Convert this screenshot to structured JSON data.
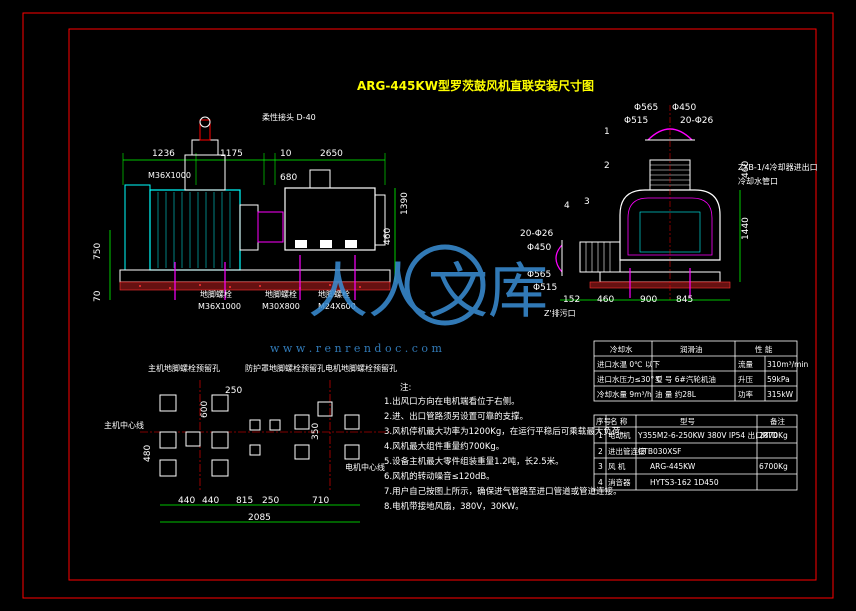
{
  "title": "ARG-445KW型罗茨鼓风机直联安装尺寸图",
  "watermark": {
    "text": "人人文库",
    "url": "w w w . r e n r e n d o c . c o m",
    "color": "#3a8fd6"
  },
  "colors": {
    "frame": "#ff0000",
    "title": "#ffff00",
    "lines": "#ffffff",
    "dim": "#00ff00",
    "machine": "#00ffff",
    "bolt": "#ff00ff",
    "ground": "#ff3333"
  },
  "front_view": {
    "dims": {
      "d1": "1236",
      "d2": "1175",
      "d3": "10",
      "d4": "2650",
      "d5": "680",
      "d6": "1390",
      "d7": "460",
      "d8": "750",
      "d9": "70"
    },
    "labels": {
      "flex_joint": "柔性接头 D-40",
      "anchor_bolt": "地脚螺栓",
      "bolt_spec1": "M36X1000",
      "bolt_spec2": "M30X800",
      "bolt_spec3": "M24X600",
      "label_a": "地脚螺栓",
      "label_b": "地脚螺栓"
    }
  },
  "side_view": {
    "dims": {
      "phi565": "Φ565",
      "phi450": "Φ450",
      "phi515": "Φ515",
      "n20_26": "20-Φ26",
      "phi565b": "Φ565",
      "phi450b": "Φ450",
      "phi515b": "Φ515",
      "n20_26b": "20-Φ26",
      "d460": "460",
      "d1440": "1440",
      "d152": "152",
      "d460b": "460",
      "d900": "900",
      "d845": "845",
      "num1": "1",
      "num2": "2",
      "num3": "3",
      "num4": "4"
    },
    "labels": {
      "outlet": "Z'排污口",
      "note1": "ZYB-1/4冷却器进出口",
      "note2": "冷却水管口"
    }
  },
  "foundation": {
    "title1": "主机地脚螺栓预留孔",
    "title2": "防护罩地脚螺栓预留孔电机地脚螺栓预留孔",
    "main_center": "主机中心线",
    "motor_center": "电机中心线",
    "dims": {
      "a": "250",
      "b": "600",
      "c": "480",
      "d": "440",
      "e": "440",
      "f": "815",
      "g": "250",
      "h": "710",
      "i": "2085",
      "j": "350"
    }
  },
  "notes": {
    "heading": "注:",
    "items": [
      "1.出风口方向在电机端看位于右侧。",
      "2.进、出口管路须另设置可靠的支撑。",
      "3.风机停机最大功率为1200Kg，在运行平稳后可乘载最大负荷。",
      "4.风机最大组件重量约700Kg。",
      "5.设备主机最大零件组装重量1.2吨，长2.5米。",
      "6.风机的转动噪音≤120dB。",
      "7.用户自己按图上所示，确保进气管路至进口管道或管道连接。",
      "8.电机带接地风扇，380V，30KW。"
    ]
  },
  "spec_tables": {
    "cooling": {
      "header": "冷却水",
      "rows": [
        "进口水温 0℃ 以下",
        "进口水压力≤30° C",
        "冷却水量 9m³/h"
      ]
    },
    "lube": {
      "header": "润滑油",
      "rows": [
        "型  号   6#汽轮机油",
        "油  量   约28L"
      ]
    },
    "perf": {
      "header": "性  能",
      "rows": [
        [
          "流量",
          "310m³/min"
        ],
        [
          "升压",
          "59kPa"
        ],
        [
          "功率",
          "315kW"
        ]
      ]
    }
  },
  "bom": {
    "headers": [
      "序号",
      "名  称",
      "型号",
      "备注"
    ],
    "rows": [
      [
        "1",
        "电动机",
        "Y355M2-6-250KW  380V  IP54  出口RTD",
        "2870Kg"
      ],
      [
        "2",
        "进出管连接",
        "CTB030XSF",
        ""
      ],
      [
        "3",
        "风  机",
        "ARG-445KW",
        "6700Kg"
      ],
      [
        "4",
        "消音器",
        "HYTS3-162 1D450",
        ""
      ]
    ]
  }
}
